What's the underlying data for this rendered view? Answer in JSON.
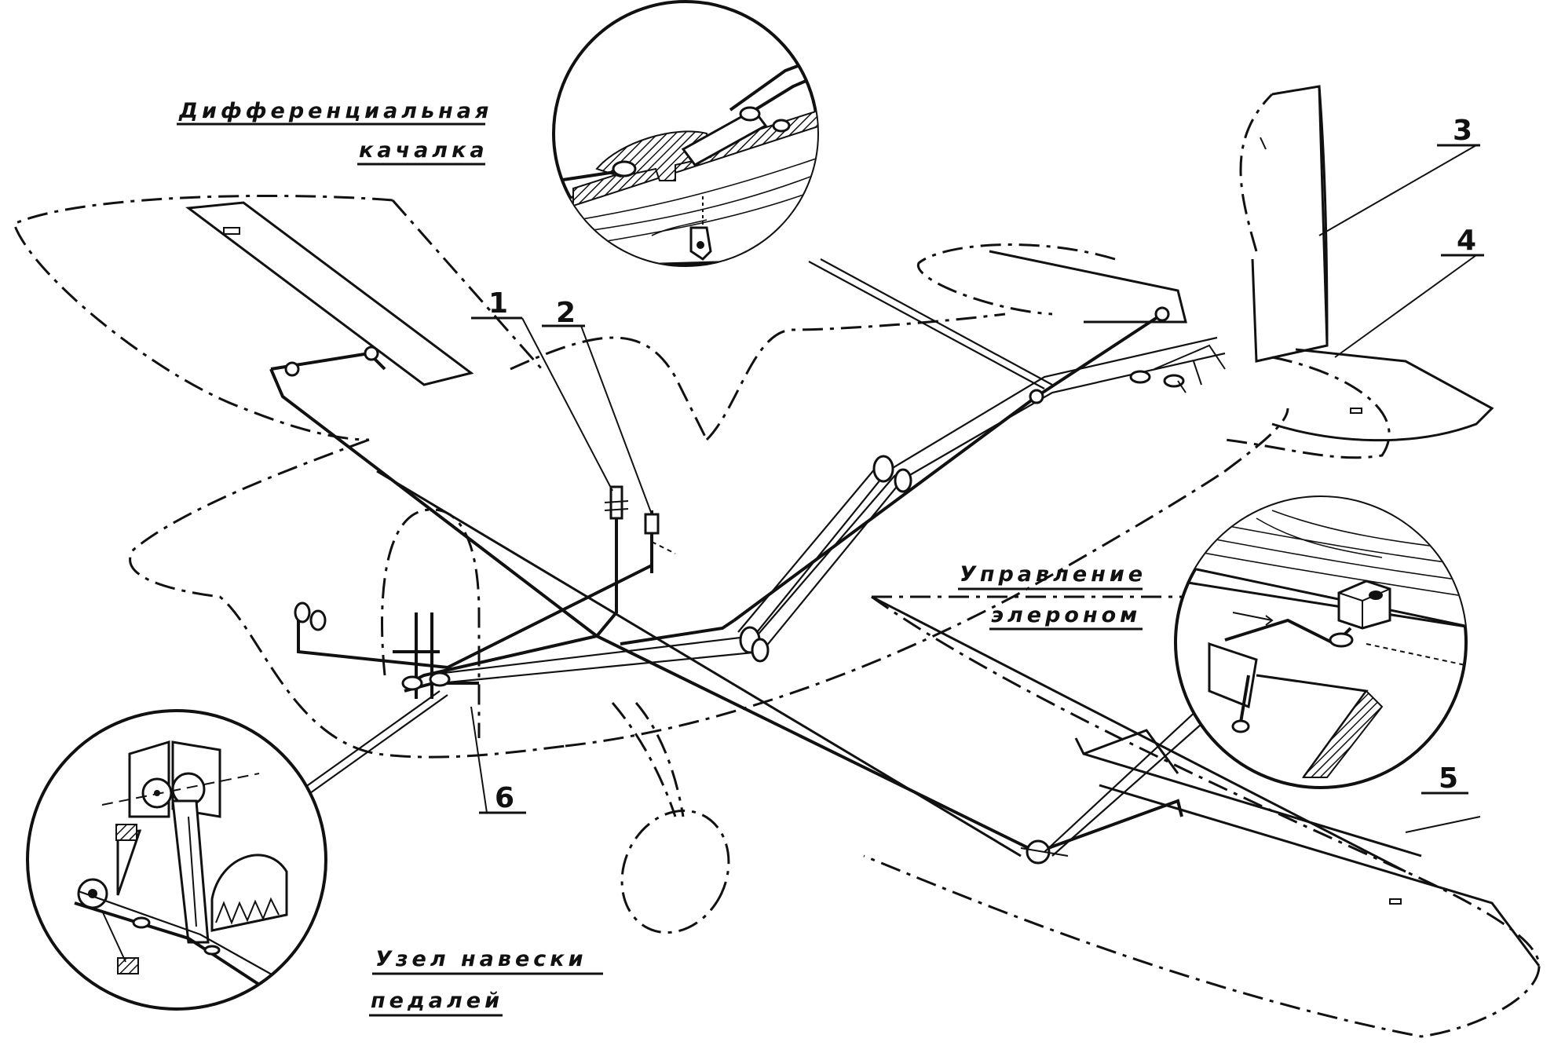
{
  "callouts": {
    "differential_rocker": [
      "Дифференциальная",
      "качалка"
    ],
    "aileron_control": [
      "Управление",
      "элероном"
    ],
    "pedal_mount": [
      "Узел навески",
      "педалей"
    ]
  },
  "numbers": [
    "1",
    "2",
    "3",
    "4",
    "5",
    "6"
  ]
}
